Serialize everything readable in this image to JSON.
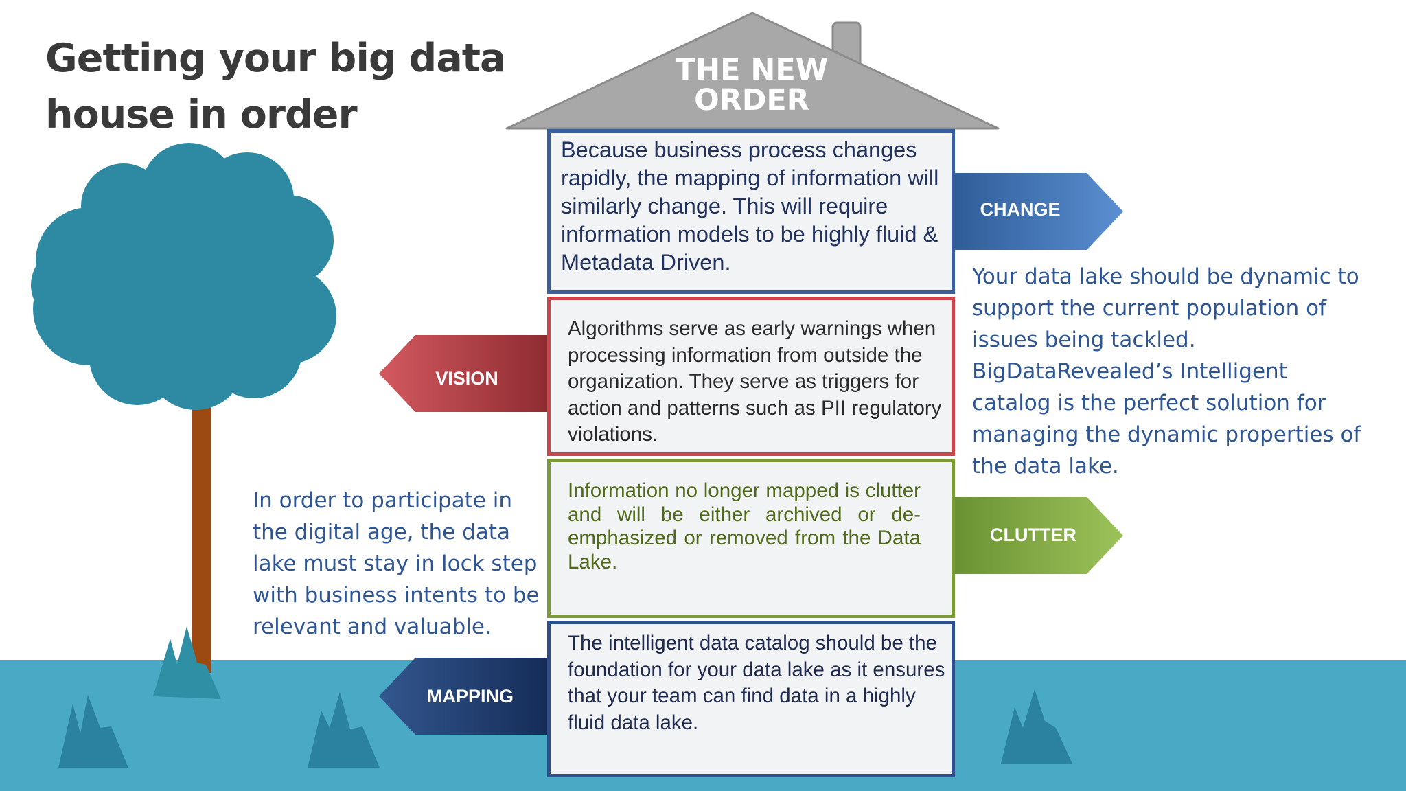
{
  "title": "Getting your big data house in order",
  "roof": {
    "line1": "THE NEW",
    "line2": "ORDER"
  },
  "boxes": [
    {
      "text": "Because business process changes rapidly, the mapping of information will similarly change.  This will require information models to be highly fluid & Metadata Driven.",
      "border_color": "#3a5d9e"
    },
    {
      "text": "Algorithms serve as early warnings when processing information from outside the organization. They serve as triggers for action and patterns such as PII regulatory violations.",
      "border_color": "#c9464b"
    },
    {
      "text": "Information no longer mapped is clutter and will be either archived or de-emphasized or removed from the Data Lake.",
      "border_color": "#7a9a3a"
    },
    {
      "text": "The intelligent data catalog should be the foundation for your data lake as it ensures that your team can find data in a highly fluid data lake.",
      "border_color": "#2f4f8c"
    }
  ],
  "arrows": {
    "change": {
      "label": "CHANGE",
      "color": "#3b67ab"
    },
    "vision": {
      "label": "VISION",
      "color": "#b8434a"
    },
    "clutter": {
      "label": "CLUTTER",
      "color": "#7fa33f"
    },
    "mapping": {
      "label": "MAPPING",
      "color": "#1f3c73"
    }
  },
  "right_note": "Your data lake should be dynamic to support the current population of issues being tackled. BigDataRevealed’s Intelligent catalog is the perfect solution for managing the dynamic properties of the data lake.",
  "left_note": "In order to participate in the digital age, the data lake must stay in lock step with business intents to be relevant and valuable.",
  "colors": {
    "water": "#4aaac6",
    "tree_crown": "#2e8aa2",
    "tree_trunk": "#9c4a12",
    "roof": "#a8a8a8",
    "note_text": "#2e5594"
  },
  "icons": [
    "tree-icon",
    "grass-icon",
    "house-roof-icon",
    "chimney-icon"
  ]
}
